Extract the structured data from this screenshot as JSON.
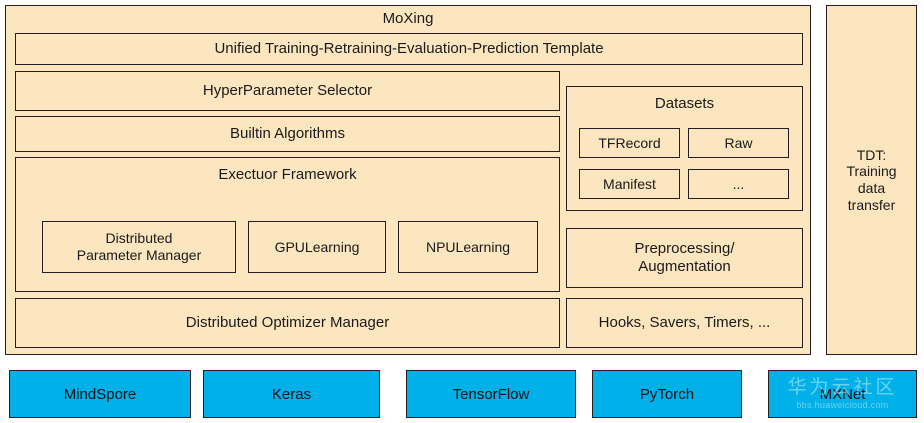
{
  "colors": {
    "panel_fill": "#fce6c0",
    "panel_border": "#231f20",
    "framework_fill": "#00b0e8",
    "page_background": "#ffffff",
    "text": "#1a1a1a"
  },
  "moxing": {
    "title": "MoXing",
    "template_bar": "Unified Training-Retraining-Evaluation-Prediction Template",
    "left_column": {
      "hyperparameter_selector": "HyperParameter Selector",
      "builtin_algorithms": "Builtin Algorithms",
      "executor_framework": {
        "title": "Exectuor Framework",
        "modules": [
          "Distributed\nParameter Manager",
          "GPULearning",
          "NPULearning"
        ],
        "module_0_line1": "Distributed",
        "module_0_line2": "Parameter Manager",
        "module_1": "GPULearning",
        "module_2": "NPULearning"
      },
      "distributed_optimizer_manager": "Distributed Optimizer Manager"
    },
    "right_column": {
      "datasets": {
        "title": "Datasets",
        "items": [
          "TFRecord",
          "Raw",
          "Manifest",
          "..."
        ]
      },
      "preprocessing_line1": "Preprocessing/",
      "preprocessing_line2": "Augmentation",
      "hooks": "Hooks, Savers, Timers, ..."
    }
  },
  "tdt_panel": {
    "line1": "TDT:",
    "line2": "Training",
    "line3": "data",
    "line4": "transfer"
  },
  "frameworks": [
    "MindSpore",
    "Keras",
    "TensorFlow",
    "PyTorch",
    "MXNet"
  ],
  "watermark": {
    "chinese": "华为云社区",
    "url": "bbs.huaweicloud.com"
  }
}
